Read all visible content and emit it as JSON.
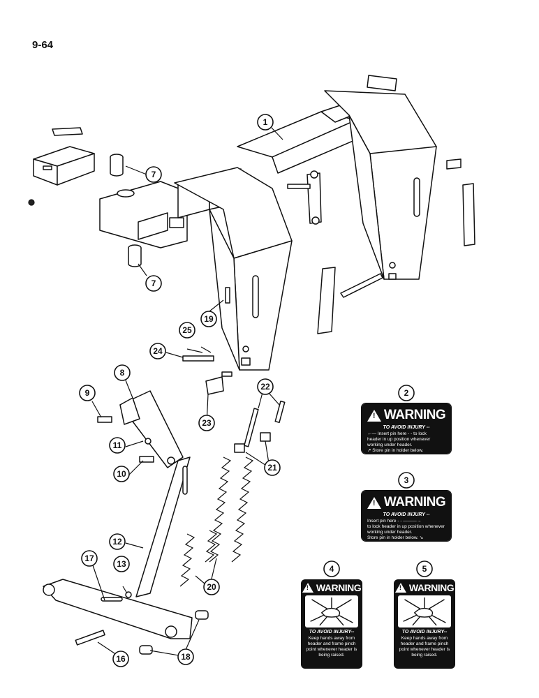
{
  "page_number": "9-64",
  "callouts": [
    {
      "id": "c1",
      "label": "1"
    },
    {
      "id": "c2",
      "label": "2"
    },
    {
      "id": "c3",
      "label": "3"
    },
    {
      "id": "c4",
      "label": "4"
    },
    {
      "id": "c5",
      "label": "5"
    },
    {
      "id": "c7a",
      "label": "7"
    },
    {
      "id": "c7b",
      "label": "7"
    },
    {
      "id": "c8",
      "label": "8"
    },
    {
      "id": "c9",
      "label": "9"
    },
    {
      "id": "c10",
      "label": "10"
    },
    {
      "id": "c11",
      "label": "11"
    },
    {
      "id": "c12",
      "label": "12"
    },
    {
      "id": "c13",
      "label": "13"
    },
    {
      "id": "c16",
      "label": "16"
    },
    {
      "id": "c17",
      "label": "17"
    },
    {
      "id": "c18",
      "label": "18"
    },
    {
      "id": "c19",
      "label": "19"
    },
    {
      "id": "c20",
      "label": "20"
    },
    {
      "id": "c21",
      "label": "21"
    },
    {
      "id": "c22",
      "label": "22"
    },
    {
      "id": "c23",
      "label": "23"
    },
    {
      "id": "c24",
      "label": "24"
    },
    {
      "id": "c25",
      "label": "25"
    }
  ],
  "decals": {
    "d2": {
      "heading": "WARNING",
      "subheading": "TO AVOID INJURY --",
      "lines": [
        "←— Insert pin here - - to lock",
        "header in up position whenever",
        "working under header.",
        "↗ Store pin in holder below."
      ]
    },
    "d3": {
      "heading": "WARNING",
      "subheading": "TO AVOID INJURY --",
      "lines": [
        "Insert pin here - - ———→",
        "to lock header in up position whenever",
        "working under header.",
        "Store pin in holder below. ↘"
      ]
    },
    "d4": {
      "heading": "WARNING",
      "subheading": "TO AVOID INJURY--",
      "lines": [
        "Keep hands away from",
        "header and frame pinch",
        "point whenever header is",
        "being raised."
      ]
    },
    "d5": {
      "heading": "WARNING",
      "subheading": "TO AVOID INJURY--",
      "lines": [
        "Keep hands away from",
        "header and frame pinch",
        "point whenever header is",
        "being raised."
      ]
    }
  }
}
